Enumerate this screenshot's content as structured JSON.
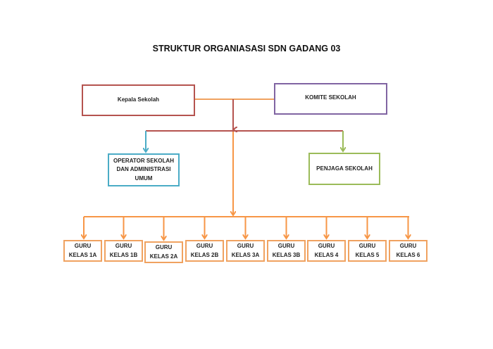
{
  "title": "STRUKTUR ORGANIASASI SDN GADANG 03",
  "nodes": {
    "kepala": "Kepala Sekolah",
    "komite": "KOMITE SEKOLAH",
    "operator_line1": "OPERATOR SEKOLAH",
    "operator_line2": "DAN ADMINISTRASI",
    "operator_line3": "UMUM",
    "penjaga": "PENJAGA SEKOLAH"
  },
  "guru": [
    {
      "line1": "GURU",
      "line2": "KELAS 1A"
    },
    {
      "line1": "GURU",
      "line2": "KELAS 1B"
    },
    {
      "line1": "GURU",
      "line2": "KELAS 2A"
    },
    {
      "line1": "GURU",
      "line2": "KELAS 2B"
    },
    {
      "line1": "GURU",
      "line2": "KELAS 3A"
    },
    {
      "line1": "GURU",
      "line2": "KELAS 3B"
    },
    {
      "line1": "GURU",
      "line2": "KELAS 4"
    },
    {
      "line1": "GURU",
      "line2": "KELAS 5"
    },
    {
      "line1": "GURU",
      "line2": "KELAS 6"
    }
  ],
  "colors": {
    "kepala": "#b5534f",
    "komite": "#8064a2",
    "operator": "#4bacc6",
    "penjaga": "#9bbb59",
    "guru": "#f79646"
  }
}
